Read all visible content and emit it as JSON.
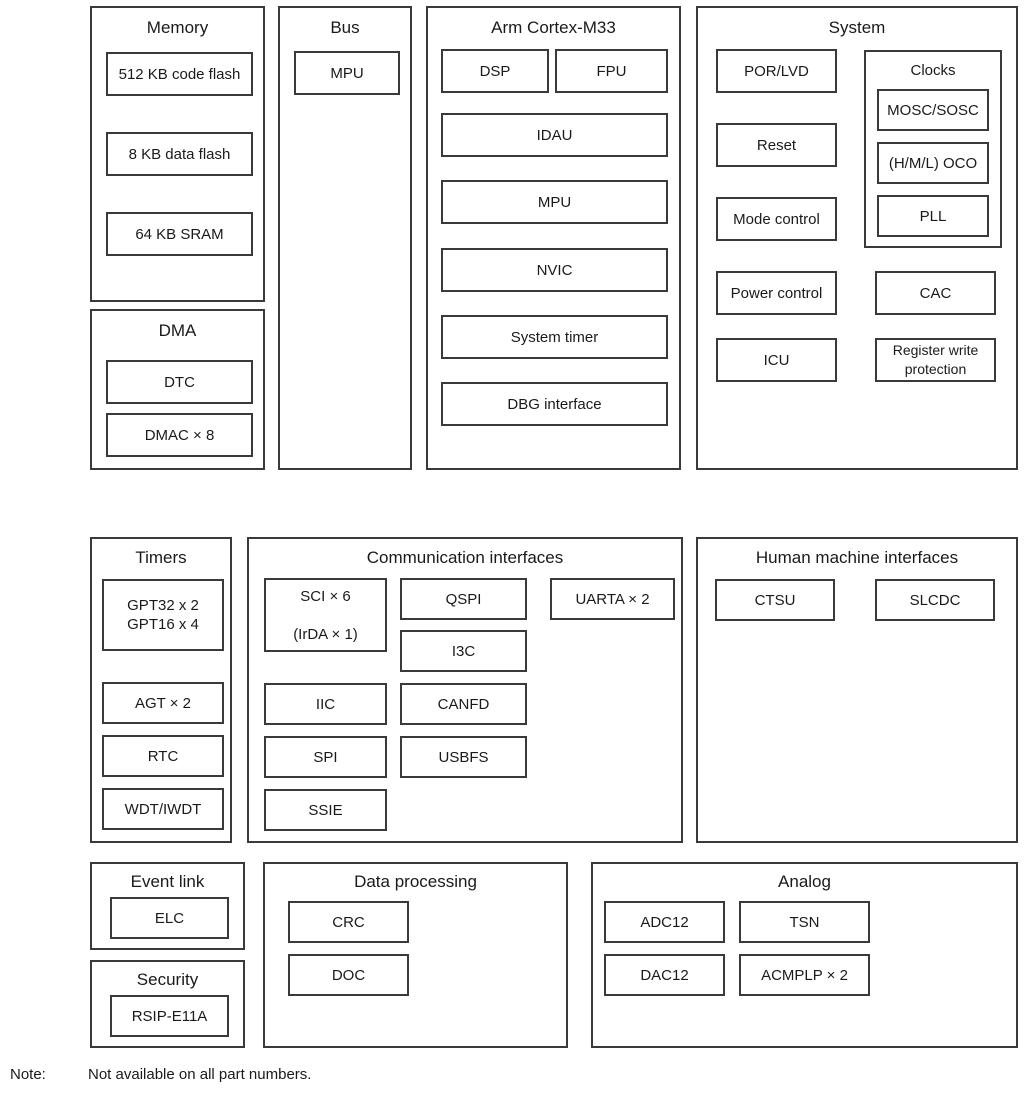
{
  "diagram": {
    "title_note_label": "Note:",
    "title_note_text": "Not available on all part numbers.",
    "groups": {
      "memory": {
        "title": "Memory",
        "blocks": [
          {
            "label": "512 KB code flash"
          },
          {
            "label": "8 KB data flash"
          },
          {
            "label": "64 KB SRAM"
          }
        ]
      },
      "dma": {
        "title": "DMA",
        "blocks": [
          {
            "label": "DTC"
          },
          {
            "label": "DMAC × 8"
          }
        ]
      },
      "bus": {
        "title": "Bus",
        "blocks": [
          {
            "label": "MPU"
          }
        ]
      },
      "cortex": {
        "title": "Arm Cortex-M33",
        "blocks": [
          {
            "label": "DSP"
          },
          {
            "label": "FPU"
          },
          {
            "label": "IDAU"
          },
          {
            "label": "MPU"
          },
          {
            "label": "NVIC"
          },
          {
            "label": "System timer"
          },
          {
            "label": "DBG interface"
          }
        ]
      },
      "system": {
        "title": "System",
        "blocks": [
          {
            "label": "POR/LVD"
          },
          {
            "label": "Reset"
          },
          {
            "label": "Mode control"
          },
          {
            "label": "Power control"
          },
          {
            "label": "ICU"
          },
          {
            "label": "CAC"
          },
          {
            "label": "Register write\nprotection"
          }
        ],
        "clocks": {
          "title": "Clocks",
          "blocks": [
            {
              "label": "MOSC/SOSC"
            },
            {
              "label": "(H/M/L) OCO"
            },
            {
              "label": "PLL"
            }
          ]
        }
      },
      "timers": {
        "title": "Timers",
        "blocks": [
          {
            "label": "GPT32 x 2\nGPT16 x 4"
          },
          {
            "label": "AGT × 2"
          },
          {
            "label": "RTC"
          },
          {
            "label": "WDT/IWDT"
          }
        ]
      },
      "comm": {
        "title": "Communication interfaces",
        "blocks": [
          {
            "label": "SCI × 6\n\n(IrDA × 1)"
          },
          {
            "label": "IIC"
          },
          {
            "label": "SPI"
          },
          {
            "label": "SSIE"
          },
          {
            "label": "QSPI"
          },
          {
            "label": "I3C"
          },
          {
            "label": "CANFD"
          },
          {
            "label": "USBFS"
          },
          {
            "label": "UARTA × 2"
          }
        ]
      },
      "hmi": {
        "title": "Human machine interfaces",
        "blocks": [
          {
            "label": "CTSU"
          },
          {
            "label": "SLCDC"
          }
        ]
      },
      "event_link": {
        "title": "Event link",
        "blocks": [
          {
            "label": "ELC"
          }
        ]
      },
      "security": {
        "title": "Security",
        "blocks": [
          {
            "label": "RSIP-E11A"
          }
        ]
      },
      "data_processing": {
        "title": "Data processing",
        "blocks": [
          {
            "label": "CRC"
          },
          {
            "label": "DOC"
          }
        ]
      },
      "analog": {
        "title": "Analog",
        "blocks": [
          {
            "label": "ADC12"
          },
          {
            "label": "TSN"
          },
          {
            "label": "DAC12"
          },
          {
            "label": "ACMPLP × 2"
          }
        ]
      }
    }
  }
}
